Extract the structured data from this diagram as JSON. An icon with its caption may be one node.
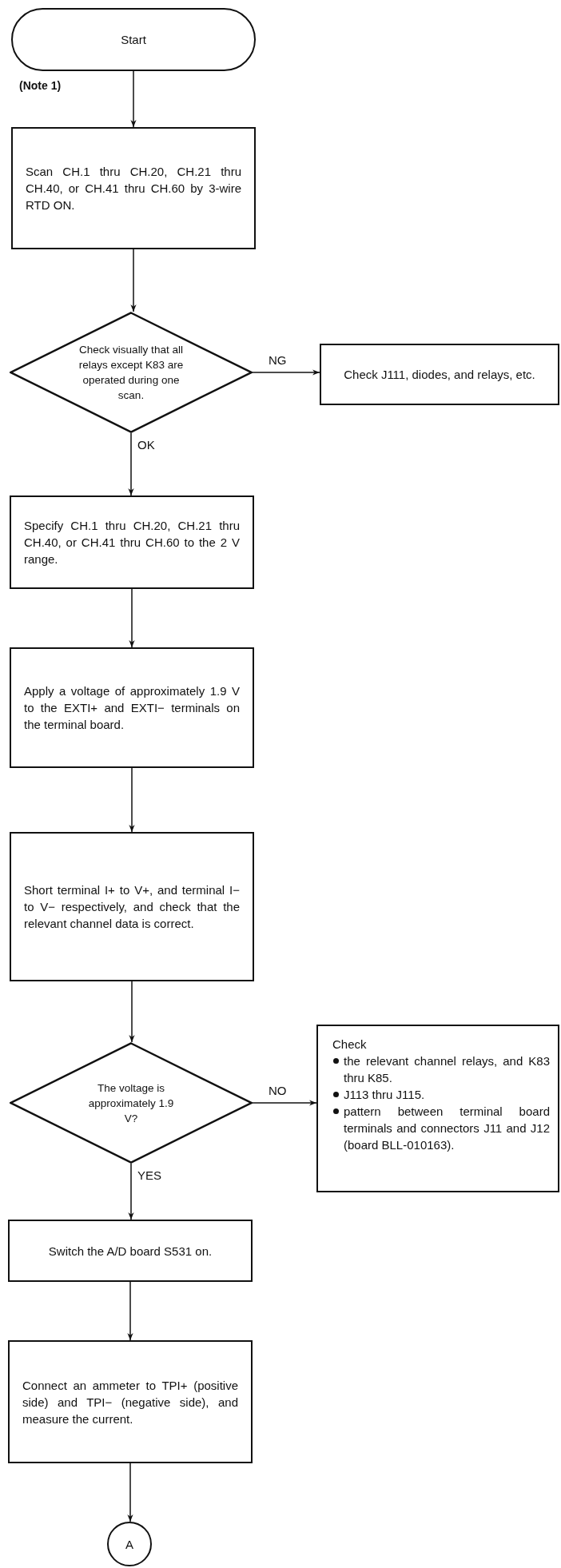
{
  "diagram": {
    "nodes": [
      {
        "text": [
          "Start"
        ]
      },
      {
        "text": [
          "Scan CH.1 thru CH.20, CH.21 thru CH.40, or CH.41 thru CH.60 by 3-wire RTD ON."
        ]
      },
      {
        "text": [
          "Check visually that all relays except K83 are operated during one scan."
        ]
      },
      {
        "text": [
          "Check J111, diodes, and relays, etc."
        ]
      },
      {
        "text": [
          "Specify CH.1 thru CH.20, CH.21 thru CH.40, or CH.41 thru CH.60 to the 2 V range."
        ]
      },
      {
        "text": [
          "Apply a voltage of approximately 1.9 V to the EXTI+ and EXTI− terminals on the terminal board."
        ]
      },
      {
        "text": [
          "Short terminal I+ to V+, and terminal I− to V− respectively, and check that the relevant channel data is correct."
        ]
      },
      {
        "text": [
          "The voltage is approximately 1.9 V?"
        ]
      },
      {
        "text": [
          "Check",
          "the relevant channel relays, and K83 thru K85.",
          "J113 thru J115.",
          "pattern between terminal board terminals and connectors J11 and J12 (board BLL-010163)."
        ]
      },
      {
        "text": [
          "Switch the A/D board S531 on."
        ]
      },
      {
        "text": [
          "Connect an ammeter to TPI+ (positive side) and TPI− (negative side), and measure the current."
        ]
      },
      {
        "text": [
          "A"
        ]
      }
    ],
    "edges": [
      {
        "from": 0,
        "to": 1,
        "arrow": "to"
      },
      {
        "from": 1,
        "to": 2,
        "arrow": "to"
      },
      {
        "from": 2,
        "to": 3,
        "arrow": "to",
        "label": "NG"
      },
      {
        "from": 2,
        "to": 4,
        "arrow": "to",
        "label": "OK"
      },
      {
        "from": 4,
        "to": 5,
        "arrow": "to"
      },
      {
        "from": 5,
        "to": 6,
        "arrow": "to"
      },
      {
        "from": 6,
        "to": 7,
        "arrow": "to"
      },
      {
        "from": 7,
        "to": 8,
        "arrow": "to",
        "label": "NO"
      },
      {
        "from": 7,
        "to": 9,
        "arrow": "to",
        "label": "YES"
      },
      {
        "from": 9,
        "to": 10,
        "arrow": "to"
      },
      {
        "from": 10,
        "to": 11,
        "arrow": "to"
      }
    ],
    "labels": [
      "(Note 1)"
    ]
  }
}
